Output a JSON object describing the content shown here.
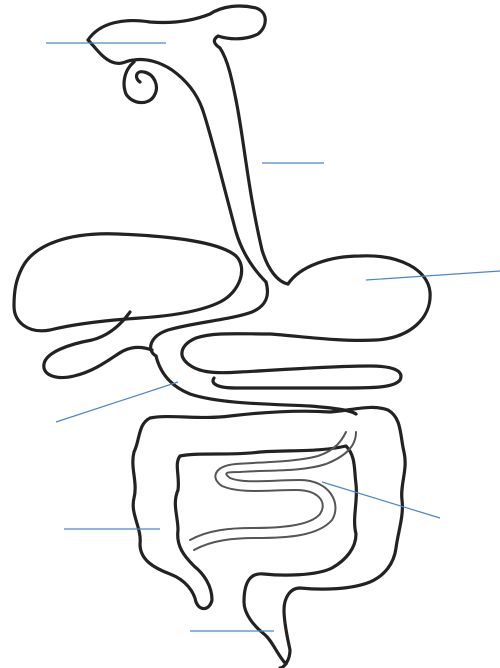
{
  "diagram": {
    "type": "unlabeled digestive system worksheet",
    "outline_color": "#222222",
    "leader_line_color": "#4a86c8",
    "label_slots": [
      {
        "id": "mouth",
        "text": ""
      },
      {
        "id": "esophagus",
        "text": ""
      },
      {
        "id": "stomach",
        "text": ""
      },
      {
        "id": "liver-duodenum",
        "text": ""
      },
      {
        "id": "small-intestine",
        "text": ""
      },
      {
        "id": "large-intestine",
        "text": ""
      },
      {
        "id": "rectum",
        "text": ""
      }
    ]
  }
}
